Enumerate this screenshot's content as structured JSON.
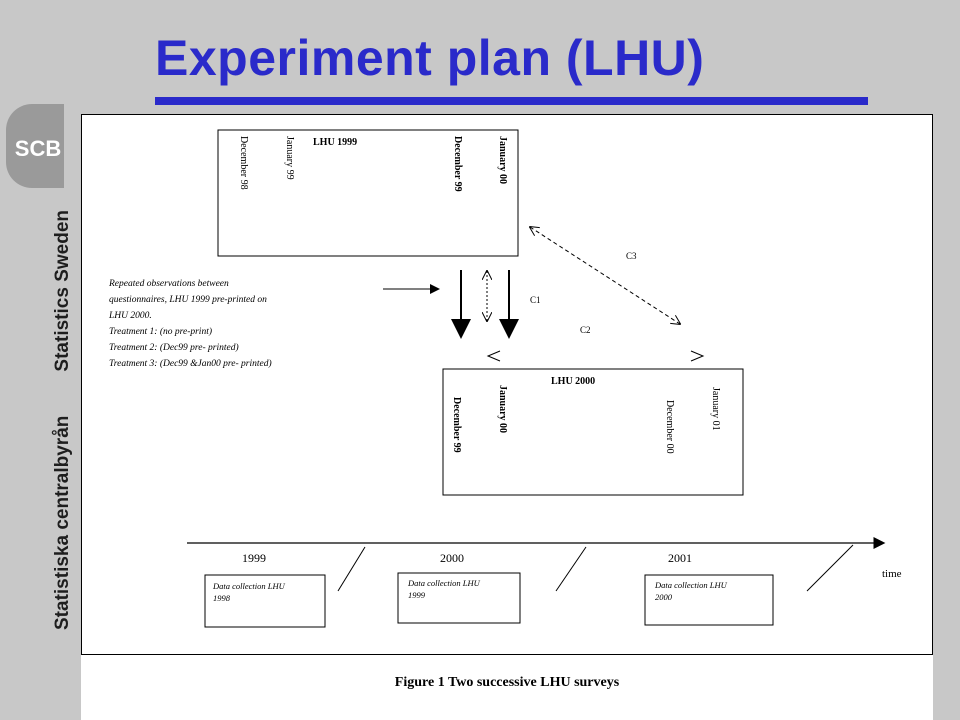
{
  "slide": {
    "title": "Experiment plan (LHU)",
    "accent_color": "#2a2aca",
    "background_color": "#c8c8c8"
  },
  "sidebar": {
    "logo_text": "SCB",
    "org_name_en": "Statistics Sweden",
    "org_name_sv": "Statistiska centralbyrån"
  },
  "figure": {
    "box_1999": {
      "title": "LHU 1999",
      "labels": [
        "December 98",
        "January 99",
        "December 99",
        "January 00"
      ]
    },
    "box_2000": {
      "title": "LHU 2000",
      "labels": [
        "December 99",
        "January 00",
        "December 00",
        "January 01"
      ]
    },
    "note_lines": [
      "Repeated observations between",
      "questionnaires, LHU 1999 pre-printed on",
      "LHU 2000.",
      "Treatment 1: (no pre-print)",
      "Treatment 2: (Dec99 pre- printed)",
      "Treatment 3: (Dec99 &Jan00 pre- printed)"
    ],
    "comparisons": {
      "c1": "C1",
      "c2": "C2",
      "c3": "C3"
    },
    "timeline": {
      "axis_label": "time",
      "years": [
        "1999",
        "2000",
        "2001"
      ],
      "collections": [
        {
          "line1": "Data collection LHU",
          "line2": "1998"
        },
        {
          "line1": "Data collection LHU",
          "line2": "1999"
        },
        {
          "line1": "Data collection LHU",
          "line2": "2000"
        }
      ]
    },
    "caption": "Figure 1 Two successive LHU surveys"
  }
}
